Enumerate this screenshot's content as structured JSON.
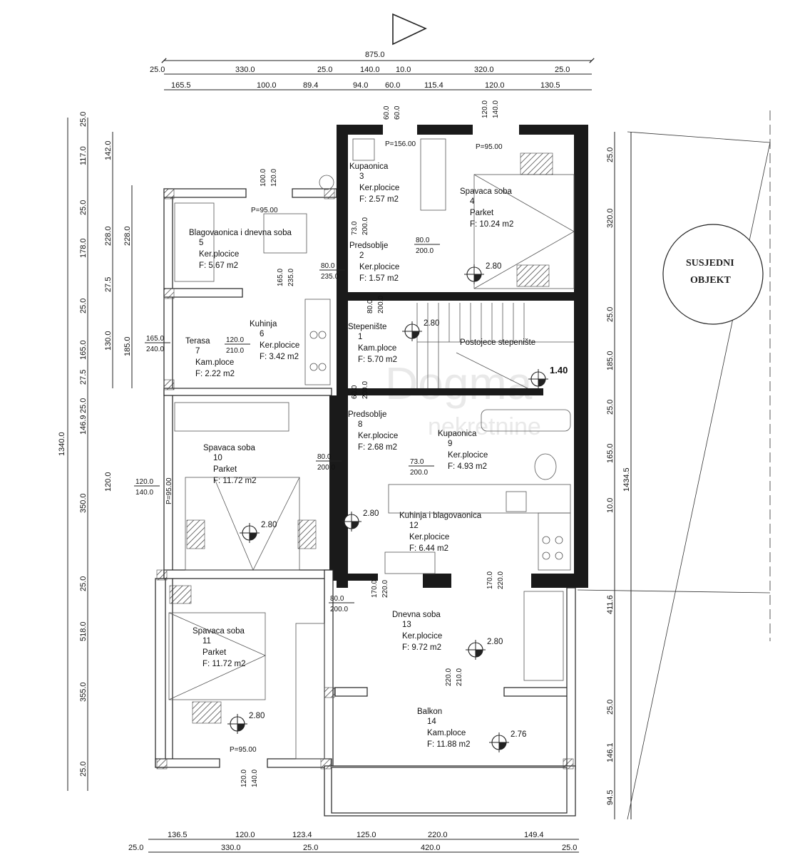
{
  "north_arrow": "north-arrow",
  "neighbor": {
    "line1": "SUSJEDNI",
    "line2": "OBJEKT"
  },
  "top_dims": {
    "total": "875.0",
    "row1": [
      "25.0",
      "330.0",
      "25.0",
      "140.0",
      "10.0",
      "320.0",
      "25.0"
    ],
    "row2": [
      "165.5",
      "100.0",
      "89.4",
      "94.0",
      "60.0",
      "115.4",
      "120.0",
      "130.5"
    ]
  },
  "bottom_dims": {
    "row1": [
      "136.5",
      "120.0",
      "123.4",
      "125.0",
      "220.0",
      "149.4"
    ],
    "row2": [
      "25.0",
      "330.0",
      "25.0",
      "420.0",
      "25.0"
    ]
  },
  "left_dims": {
    "total": "1340.0",
    "col1": [
      "25.0",
      "117.0",
      "25.0",
      "178.0",
      "25.0",
      "165.0",
      "27.5",
      "25.0",
      "146.9",
      "350.0",
      "25.0",
      "518.0",
      "355.0",
      "25.0"
    ],
    "col2": [
      "142.0",
      "228.0",
      "27.5",
      "130.0",
      "120.0"
    ],
    "col3": [
      "228.0",
      "185.0"
    ]
  },
  "right_dims": {
    "total": "1434.5",
    "col1": [
      "25.0",
      "320.0",
      "25.0",
      "185.0",
      "25.0",
      "165.0",
      "10.0",
      "411.6",
      "25.0",
      "146.1",
      "94.5"
    ]
  },
  "openings": [
    {
      "top": "60.0",
      "bottom": "60.0"
    },
    {
      "top": "120.0",
      "bottom": "140.0"
    },
    {
      "top": "100.0",
      "bottom": "120.0"
    },
    {
      "top": "73.0",
      "bottom": "200.0"
    },
    {
      "top": "80.0",
      "bottom": "200.0"
    },
    {
      "top": "80.0",
      "bottom": "235.0"
    },
    {
      "top": "165.0",
      "bottom": "235.0"
    },
    {
      "top": "80.0",
      "bottom": "200.0"
    },
    {
      "top": "120.0",
      "bottom": "210.0"
    },
    {
      "top": "165.0",
      "bottom": "240.0"
    },
    {
      "top": "60.0",
      "bottom": "200.0"
    },
    {
      "top": "80.0",
      "bottom": "200.0"
    },
    {
      "top": "73.0",
      "bottom": "200.0"
    },
    {
      "top": "120.0",
      "bottom": "140.0"
    },
    {
      "top": "80.0",
      "bottom": "200.0"
    },
    {
      "top": "170.0",
      "bottom": "220.0"
    },
    {
      "top": "170.0",
      "bottom": "220.0"
    },
    {
      "top": "220.0",
      "bottom": "210.0"
    },
    {
      "top": "120.0",
      "bottom": "140.0"
    }
  ],
  "parapets": [
    "P=156.00",
    "P=95.00",
    "P=95.00",
    "P=95.00",
    "P=95.00"
  ],
  "rooms": [
    {
      "name": "Kupaonica",
      "num": "3",
      "floor": "Ker.plocice",
      "area": "F: 2.57 m2"
    },
    {
      "name": "Spavaca soba",
      "num": "4",
      "floor": "Parket",
      "area": "F: 10.24 m2"
    },
    {
      "name": "Blagovaonica i dnevna soba",
      "num": "5",
      "floor": "Ker.plocice",
      "area": "F: 5.67 m2"
    },
    {
      "name": "Predsoblje",
      "num": "2",
      "floor": "Ker.plocice",
      "area": "F: 1.57 m2"
    },
    {
      "name": "Kuhinja",
      "num": "6",
      "floor": "Ker.plocice",
      "area": "F: 3.42 m2"
    },
    {
      "name": "Terasa",
      "num": "7",
      "floor": "Kam.ploce",
      "area": "F: 2.22 m2"
    },
    {
      "name": "Stepenište",
      "num": "1",
      "floor": "Kam.ploce",
      "area": "F: 5.70 m2"
    },
    {
      "name": "Postojece stepenište",
      "num": "",
      "floor": "",
      "area": ""
    },
    {
      "name": "Predsoblje",
      "num": "8",
      "floor": "Ker.plocice",
      "area": "F: 2.68 m2"
    },
    {
      "name": "Kupaonica",
      "num": "9",
      "floor": "Ker.plocice",
      "area": "F: 4.93 m2"
    },
    {
      "name": "Spavaca soba",
      "num": "10",
      "floor": "Parket",
      "area": "F: 11.72 m2"
    },
    {
      "name": "Kuhinja i blagovaonica",
      "num": "12",
      "floor": "Ker.plocice",
      "area": "F: 6.44 m2"
    },
    {
      "name": "Dnevna soba",
      "num": "13",
      "floor": "Ker.plocice",
      "area": "F: 9.72 m2"
    },
    {
      "name": "Spavaca soba",
      "num": "11",
      "floor": "Parket",
      "area": "F: 11.72 m2"
    },
    {
      "name": "Balkon",
      "num": "14",
      "floor": "Kam.ploce",
      "area": "F: 11.88 m2"
    }
  ],
  "heights": [
    "2.80",
    "2.80",
    "1.40",
    "2.80",
    "2.80",
    "2.80",
    "2.80",
    "2.76"
  ],
  "watermark": {
    "line1": "Dogma",
    "line2": "nekretnine"
  }
}
